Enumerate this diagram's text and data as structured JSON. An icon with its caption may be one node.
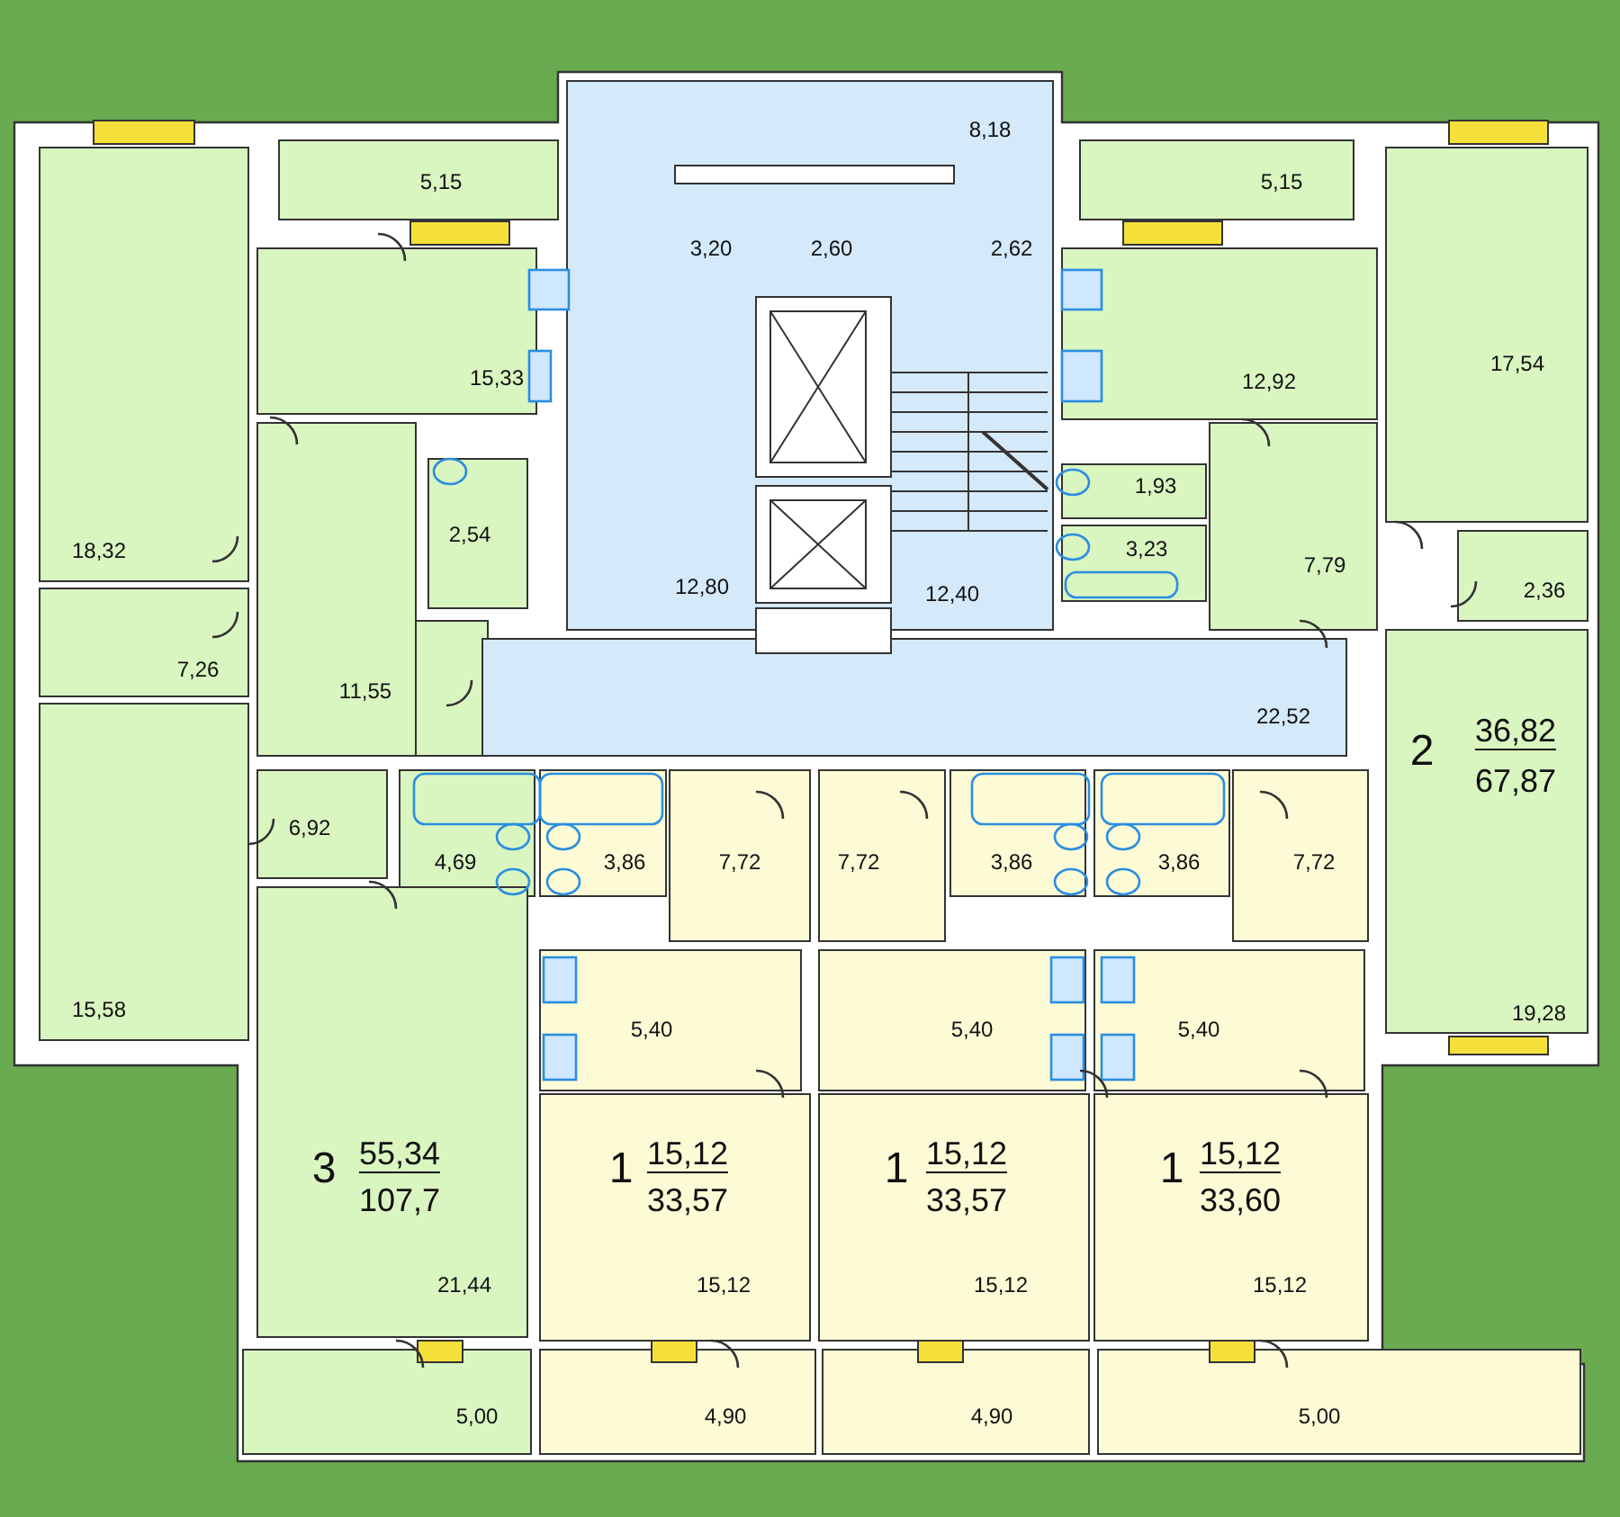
{
  "diagram": {
    "labels": [
      "8,18",
      "5,15",
      "5,15",
      "3,20",
      "2,60",
      "2,62",
      "17,54",
      "15,33",
      "12,92",
      "1,93",
      "18,32",
      "2,54",
      "3,23",
      "12,80",
      "12,40",
      "7,79",
      "2,36",
      "7,26",
      "11,55",
      "22,52",
      "2",
      "36,82",
      "67,87",
      "6,92",
      "4,69",
      "3,86",
      "7,72",
      "7,72",
      "3,86",
      "3,86",
      "7,72",
      "5,40",
      "5,40",
      "5,40",
      "15,58",
      "19,28",
      "3",
      "55,34",
      "107,7",
      "1",
      "15,12",
      "33,57",
      "1",
      "15,12",
      "33,57",
      "1",
      "15,12",
      "33,60",
      "21,44",
      "15,12",
      "15,12",
      "15,12",
      "5,00",
      "4,90",
      "4,90",
      "5,00"
    ]
  }
}
